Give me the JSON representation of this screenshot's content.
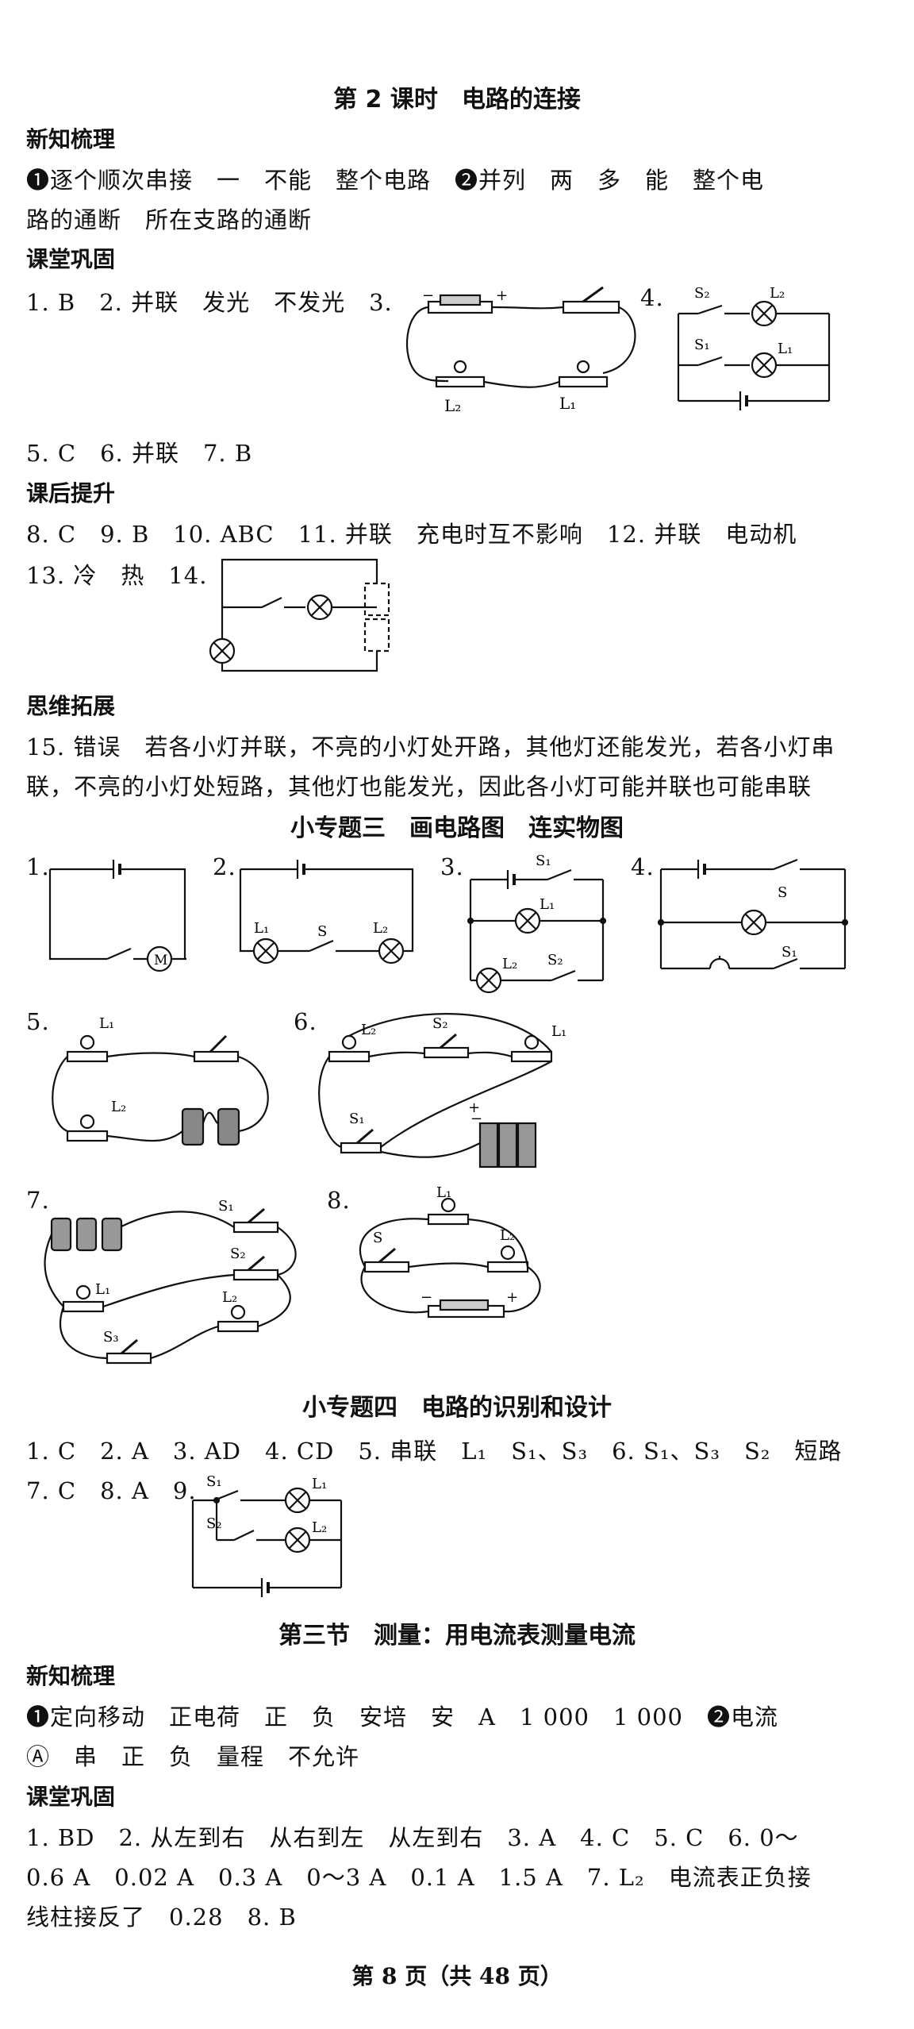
{
  "lesson2": {
    "title": "第 2 课时　电路的连接",
    "new_knowledge_heading": "新知梳理",
    "nk_line1": "❶逐个顺次串接　一　不能　整个电路　❷并列　两　多　能　整个电",
    "nk_line2": "路的通断　所在支路的通断",
    "class_heading": "课堂巩固",
    "class_line1": "1. B　2. 并联　发光　不发光　3.",
    "class_q4": "4.",
    "class_line2": "5. C　6. 并联　7. B",
    "after_heading": "课后提升",
    "after_line1": "8. C　9. B　10. ABC　11. 并联　充电时互不影响　12. 并联　电动机",
    "after_line2": "13. 冷　热　14.",
    "think_heading": "思维拓展",
    "think_line1": "15. 错误　若各小灯并联，不亮的小灯处开路，其他灯还能发光，若各小灯串",
    "think_line2": "联，不亮的小灯处短路，其他灯也能发光，因此各小灯可能并联也可能串联"
  },
  "topic3": {
    "title": "小专题三　画电路图　连实物图",
    "q1": "1.",
    "q2": "2.",
    "q3": "3.",
    "q4": "4.",
    "q5": "5.",
    "q6": "6.",
    "q7": "7.",
    "q8": "8."
  },
  "topic4": {
    "title": "小专题四　电路的识别和设计",
    "line1": "1. C　2. A　3. AD　4. CD　5. 串联　L₁　S₁、S₃　6. S₁、S₃　S₂　短路",
    "line2": "7. C　8. A　9."
  },
  "section3": {
    "title": "第三节　测量：用电流表测量电流",
    "new_knowledge_heading": "新知梳理",
    "nk_line1": "❶定向移动　正电荷　正　负　安培　安　A　1 000　1 000　❷电流",
    "nk_line2": "Ⓐ　串　正　负　量程　不允许",
    "class_heading": "课堂巩固",
    "class_line1": "1. BD　2. 从左到右　从右到左　从左到右　3. A　4. C　5. C　6. 0～",
    "class_line2": "0.6 A　0.02 A　0.3 A　0～3 A　0.1 A　1.5 A　7. L₂　电流表正负接",
    "class_line3": "线柱接反了　0.28　8. B"
  },
  "labels": {
    "L1": "L₁",
    "L2": "L₂",
    "S": "S",
    "S1": "S₁",
    "S2": "S₂",
    "S3": "S₃",
    "M": "M",
    "plus": "+",
    "minus": "−"
  },
  "footer": "第 8 页（共 48 页）"
}
